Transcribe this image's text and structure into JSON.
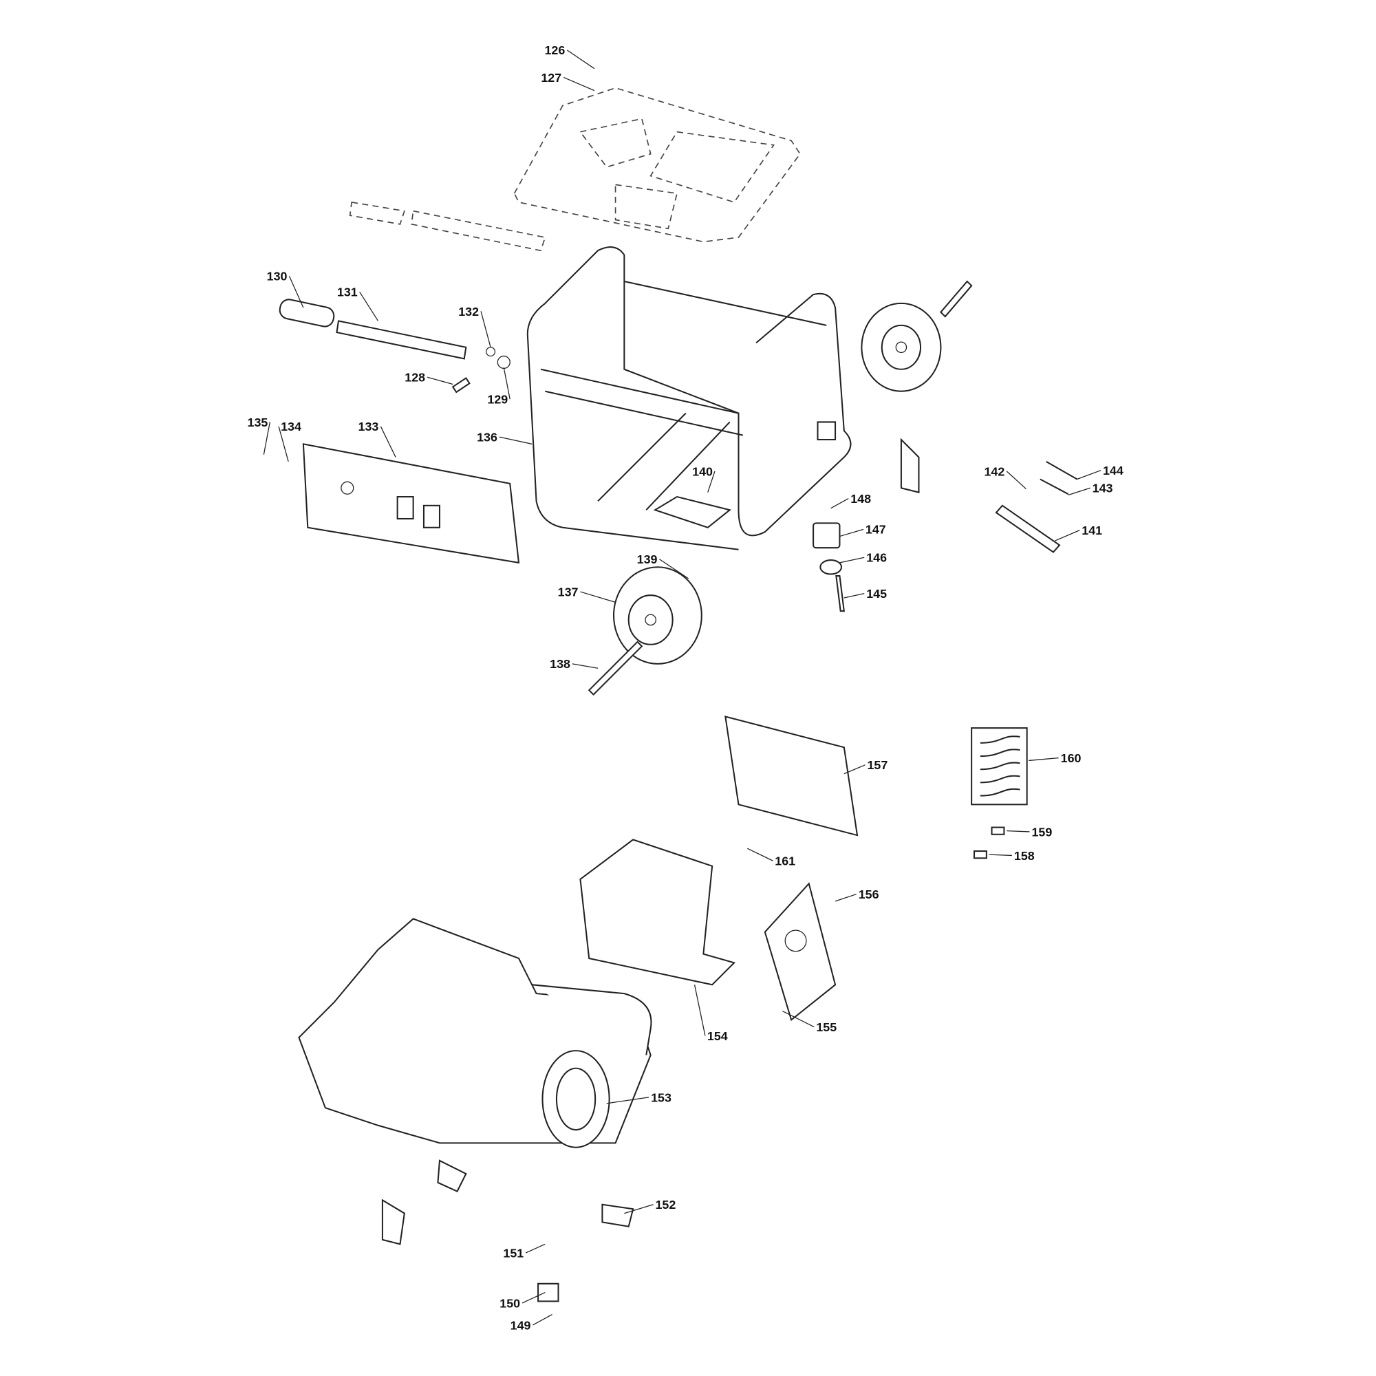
{
  "diagram": {
    "type": "exploded-parts-diagram",
    "callouts": [
      "126",
      "127",
      "128",
      "129",
      "130",
      "131",
      "132",
      "133",
      "134",
      "135",
      "136",
      "137",
      "138",
      "139",
      "140",
      "141",
      "142",
      "143",
      "144",
      "145",
      "146",
      "147",
      "148",
      "149",
      "150",
      "151",
      "152",
      "153",
      "154",
      "155",
      "156",
      "157",
      "158",
      "159",
      "160",
      "161"
    ]
  }
}
